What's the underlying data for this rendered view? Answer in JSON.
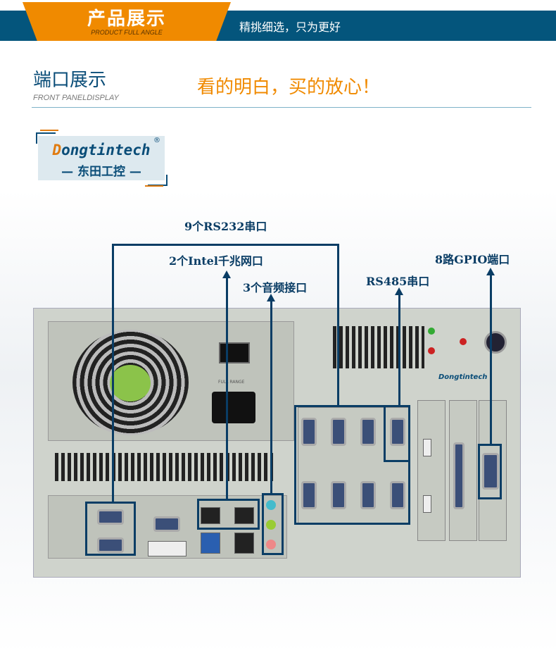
{
  "header": {
    "title": "产品展示",
    "subtitle": "PRODUCT FULL ANGLE",
    "slogan": "精挑细选，只为更好"
  },
  "section": {
    "title": "端口展示",
    "subtitle": "FRONT PANELDISPLAY",
    "tagline": "看的明白，买的放心！"
  },
  "logo": {
    "brand_en_initial": "D",
    "brand_en_rest": "ongtintech",
    "brand_cn": "— 东田工控 —",
    "registered": "®"
  },
  "chassis": {
    "psu_label": "FULL RANGE",
    "badge": "Dongtintech"
  },
  "callouts": [
    {
      "label": "9个RS232串口"
    },
    {
      "label": "2个Intel千兆网口"
    },
    {
      "label": "3个音频接口"
    },
    {
      "label": "RS485串口"
    },
    {
      "label": "8路GPIO端口"
    }
  ],
  "colors": {
    "accent": "#f08a00",
    "brand": "#04557c",
    "callout": "#0a3d65"
  }
}
